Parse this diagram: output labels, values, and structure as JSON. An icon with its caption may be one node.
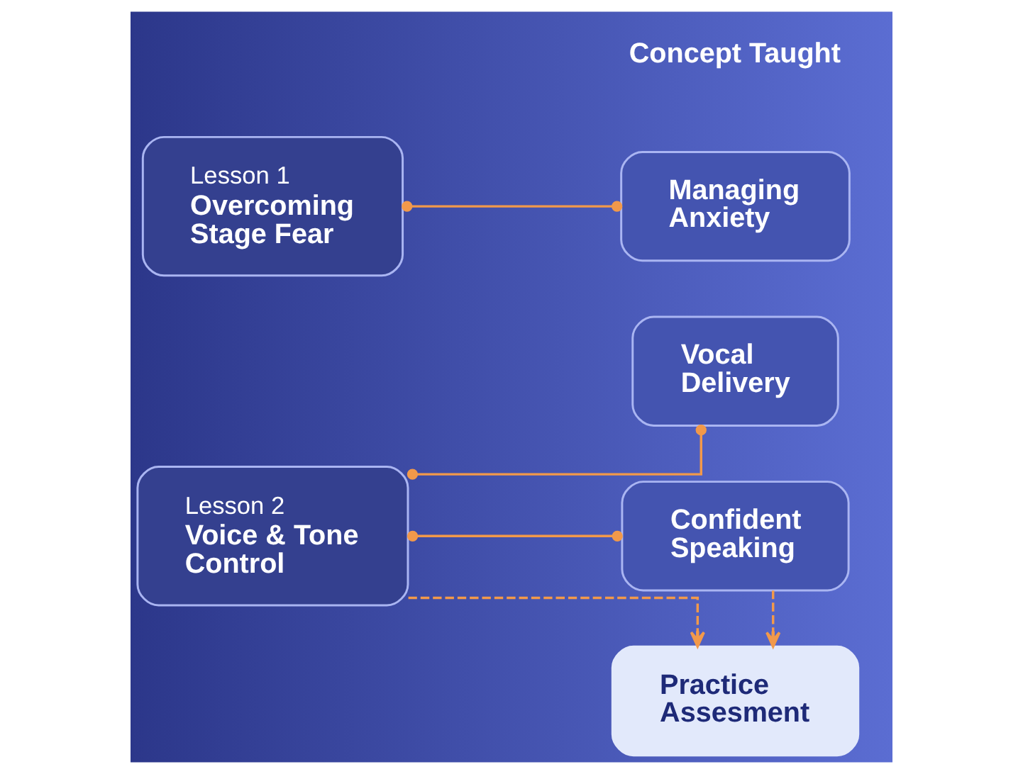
{
  "diagram": {
    "nodes": [
      {
        "text": [
          "Lesson 1",
          "Overcoming Stage Fear"
        ]
      },
      {
        "text": [
          "Managing Anxiety"
        ]
      },
      {
        "text": [
          "Vocal Delivery"
        ]
      },
      {
        "text": [
          "Lesson 2",
          "Voice & Tone Control"
        ]
      },
      {
        "text": [
          "Confident Speaking"
        ]
      },
      {
        "text": [
          "Practice Assesment"
        ]
      }
    ],
    "edges": [
      {
        "from": 0,
        "to": 1,
        "arrow": "other"
      },
      {
        "from": 3,
        "to": 2,
        "arrow": "other"
      },
      {
        "from": 3,
        "to": 4,
        "arrow": "other"
      },
      {
        "from": 3,
        "to": 5,
        "arrow": "to",
        "style": "dashed"
      },
      {
        "from": 4,
        "to": 5,
        "arrow": "to",
        "style": "dashed"
      }
    ],
    "labels": [
      "Concept Taught"
    ]
  }
}
